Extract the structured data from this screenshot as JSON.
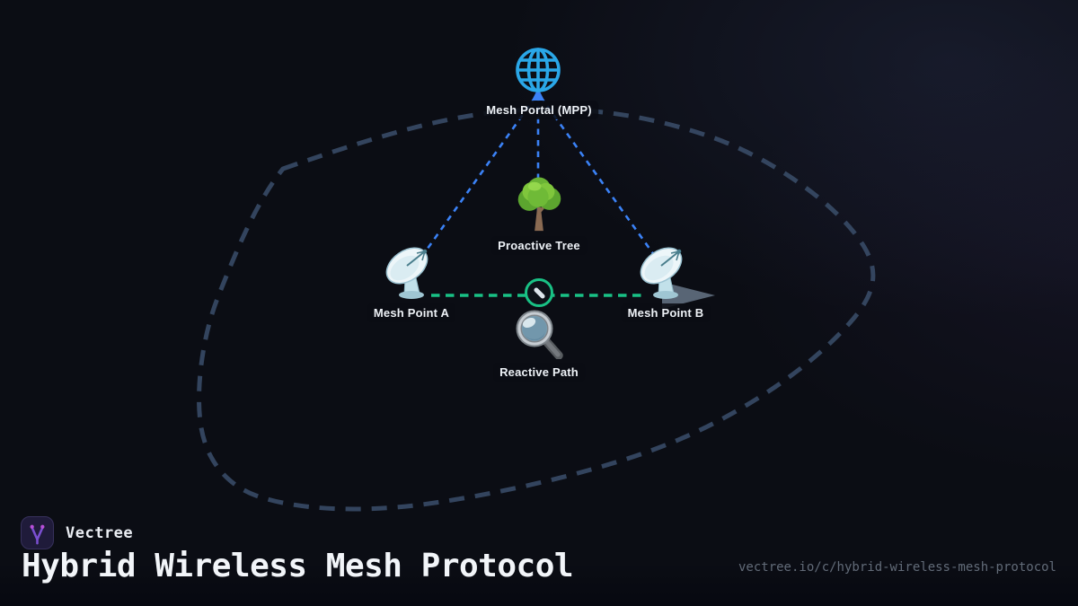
{
  "diagram": {
    "portal": {
      "label": "Mesh Portal (MPP)",
      "icon": "globe-icon"
    },
    "proactive_tree": {
      "label": "Proactive Tree",
      "icon": "tree-icon"
    },
    "mesh_point_a": {
      "label": "Mesh Point A",
      "icon": "satellite-dish-icon"
    },
    "mesh_point_b": {
      "label": "Mesh Point B",
      "icon": "satellite-dish-icon"
    },
    "reactive_path": {
      "label": "Reactive Path",
      "icon": "magnifying-glass-icon"
    },
    "link_marker": {
      "icon": "link-segment-icon"
    },
    "edges": {
      "proactive_links_color": "#3b82f6",
      "reactive_link_color": "#19c185",
      "boundary_color": "#3b4f6b",
      "arrow_color": "#5f6d7e"
    }
  },
  "footer": {
    "brand": "Vectree",
    "title": "Hybrid Wireless Mesh Protocol",
    "url": "vectree.io/c/hybrid-wireless-mesh-protocol"
  },
  "colors": {
    "background": "#0b0d14",
    "globe_blue": "#2aa7e8",
    "brand_purple": "#7a4fd0",
    "label_text": "#eef2f7"
  }
}
